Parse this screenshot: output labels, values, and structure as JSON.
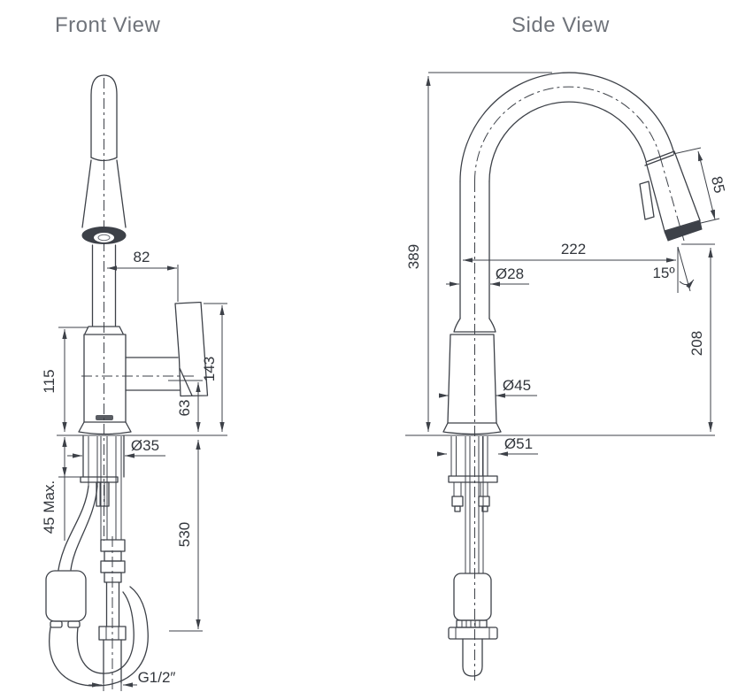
{
  "front": {
    "title": "Front View",
    "dims": {
      "spout_offset": "82",
      "body_height": "115",
      "handle_height": "143",
      "valve_to_deck": "63",
      "shank_diameter": "Ø35",
      "deck_thickness_max": "45 Max.",
      "hose_drop": "530",
      "supply_thread": "G1/2″"
    }
  },
  "side": {
    "title": "Side View",
    "dims": {
      "overall_height": "389",
      "spout_reach": "222",
      "spout_diameter": "Ø28",
      "spray_head_length": "85",
      "spray_angle": "15º",
      "spout_clearance": "208",
      "body_diameter": "Ø45",
      "base_diameter": "Ø51"
    }
  },
  "colors": {
    "line": "#3d4148",
    "text": "#32363c",
    "title": "#6f737a",
    "background": "#ffffff"
  }
}
